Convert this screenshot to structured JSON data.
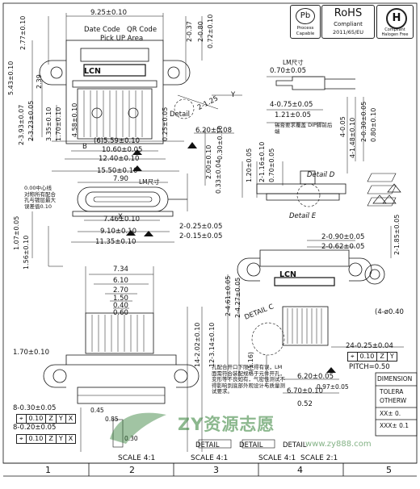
{
  "badges": {
    "pb_symbol": "Pb",
    "pb_label": "Process Capable",
    "rohs_title": "RoHS",
    "rohs_sub": "Compliant",
    "rohs_directive": "2011/65/EU",
    "halogen_label": "Compliant Halogen Free"
  },
  "top_view": {
    "width_dim": "9.25±0.10",
    "date_code": "Date Code",
    "qr_code": "QR Code",
    "pickup": "Pick UP Area",
    "logo": "LCN",
    "dim_l1": "2.77±0.10",
    "dim_l2": "5.43±0.10",
    "dim_l3": "2.39",
    "dim_l4": "2-3.93±0.07",
    "dim_l5": "2-3.23±0.05",
    "dim_l6": "3.35±0.10",
    "dim_l7": "1.70±0.10",
    "dim_l8": "4.58±0.10",
    "dim_r1": "2-0.37",
    "dim_r2": "2-0.80",
    "dim_r3": "0.72±0.10",
    "dim_r4": "2-1.25",
    "dim_r5": "0.25±0.05",
    "dim_r6": "6.20±0.08",
    "pad_dim": "(6)5.59±0.10",
    "b1": "10.60±0.05",
    "b2": "12.40±0.10",
    "b3": "15.50±0.10",
    "detail": "Detail",
    "datum_y": "Y",
    "datum_b": "B"
  },
  "front_view": {
    "w1": "7.90",
    "w2": "7.46±0.10",
    "w3": "9.10±0.10",
    "w4": "11.35±0.10",
    "w5": "2-0.25±0.05",
    "w6": "2-0.15±0.05",
    "datum_x": "X",
    "lm_label": "LM尺寸",
    "h1": "2.00±0.10",
    "h2": "0.33±0.04",
    "h3": "1.07±0.05",
    "h4": "1.56±0.10",
    "cn_left": "0.00中心线对称所有配合孔与镀层最大误差值0.10"
  },
  "side_view": {
    "lm": "LM尺寸",
    "d1": "0.70±0.05",
    "d2": "4-0.75±0.05",
    "d3": "1.21±0.05",
    "d4": "4-0.05",
    "d5": "2-0.30±0.05",
    "d6": "0.80±0.10",
    "d7": "4-1.48±0.10",
    "d8": "2-1.16±0.10",
    "d9": "1.20±0.05",
    "d10": "0.70±0.05",
    "d11": "0.30±0.10",
    "detail_d": "Detail D",
    "detail_e": "Detail E",
    "note_dip": "锡膏要求覆盖 DIP脚前后端"
  },
  "bottom_left": {
    "dims": [
      "7.34",
      "6.10",
      "2.70",
      "1.50",
      "0.40",
      "0.60"
    ],
    "d_left": "1.70±0.10",
    "d_a": "8-0.30±0.05",
    "d_b": "8-0.20±0.05",
    "h_a": "14-2.02±0.10",
    "h_b": "12-3.14±0.10",
    "gdt1": [
      "⌖",
      "0.10",
      "Z",
      "Y",
      "X"
    ],
    "gdt2": [
      "⌖",
      "0.10",
      "Z",
      "Y",
      "X"
    ],
    "mini_a": "0.45",
    "mini_b": "0.85",
    "mini_c": "0.30"
  },
  "bottom_right": {
    "d1": "2-0.90±0.05",
    "d2": "2-0.62±0.05",
    "d3": "2-1.85±0.05",
    "d4": "2-4.61±0.05",
    "d5": "2-4.27±0.05",
    "d6": "(4-ø0.40",
    "d7": "24-0.25±0.04",
    "d8": "(1.16)",
    "d9": "6.20±0.05",
    "d10": "6.70±0.10",
    "d11": "0.97±0.05",
    "d12": "0.52",
    "pitch": "PITCH=0.50",
    "detail_c": "DETAIL C",
    "logo": "LCN",
    "gdt": [
      "⌖",
      "0.10",
      "Z",
      "Y"
    ],
    "note": "孔配合开口下限不得有误，LM面需符合装配规格于元件开孔，变形等不良如有，气密性测试不得影响到底部外观设计与质量测试要求。"
  },
  "title_block": {
    "dimension": "DIMENSION",
    "tolerance": "TOLERA",
    "otherwise": "OTHERW",
    "row": "XX± 0.",
    "row2": "XXX± 0.1"
  },
  "scales": [
    "SCALE 4:1",
    "SCALE 4:1",
    "SCALE 2:1",
    "SCALE 4:1"
  ],
  "details": [
    "DETAIL",
    "DETAIL",
    "DETAIL"
  ],
  "ruler": [
    "1",
    "2",
    "3",
    "4",
    "5"
  ],
  "watermark": {
    "text": "ZY资源志愿",
    "url": "www.zy888.com"
  }
}
